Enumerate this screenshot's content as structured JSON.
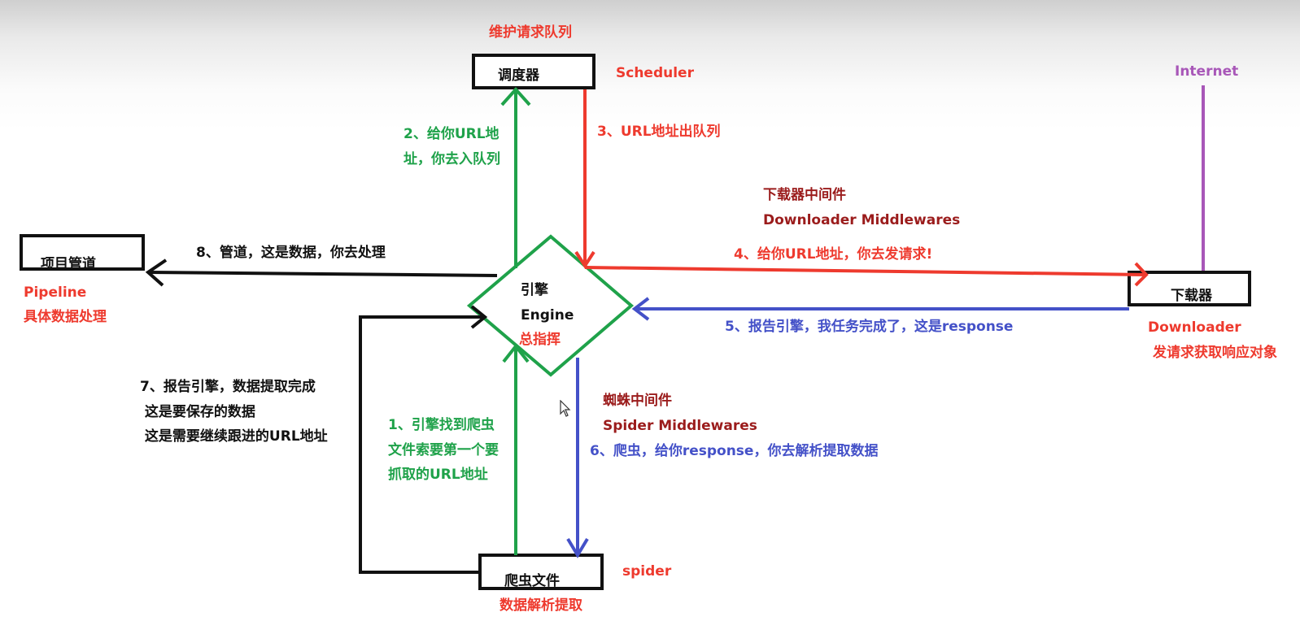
{
  "colors": {
    "red": "#ee3a2e",
    "dark_red": "#9b1c1c",
    "green": "#1fa24a",
    "blue": "#4451c8",
    "black": "#111111",
    "purple": "#a857b8"
  },
  "nodes": {
    "scheduler": {
      "label": "调度器",
      "en": "Scheduler",
      "desc": "维护请求队列"
    },
    "engine": {
      "label": "引擎",
      "en": "Engine",
      "desc": "总指挥"
    },
    "pipeline": {
      "label": "项目管道",
      "en": "Pipeline",
      "desc": "具体数据处理"
    },
    "downloader": {
      "label": "下载器",
      "en": "Downloader",
      "desc": "发请求获取响应对象"
    },
    "spider": {
      "label": "爬虫文件",
      "en": "spider",
      "desc": "数据解析提取"
    },
    "internet": {
      "label": "Internet"
    }
  },
  "middlewares": {
    "downloader": {
      "cn": "下载器中间件",
      "en": "Downloader Middlewares"
    },
    "spider": {
      "cn": "蜘蛛中间件",
      "en": "Spider Middlewares"
    }
  },
  "steps": {
    "s1": "1、引擎找到爬虫\n文件索要第一个要\n抓取的URL地址",
    "s2": "2、给你URL地\n址，你去入队列",
    "s3": "3、URL地址出队列",
    "s4": "4、给你URL地址，你去发请求!",
    "s5": "5、报告引擎，我任务完成了，这是response",
    "s6": "6、爬虫，给你response，你去解析提取数据",
    "s7": "7、报告引擎，数据提取完成\n 这是要保存的数据\n 这是需要继续跟进的URL地址",
    "s8": "8、管道，这是数据，你去处理"
  }
}
